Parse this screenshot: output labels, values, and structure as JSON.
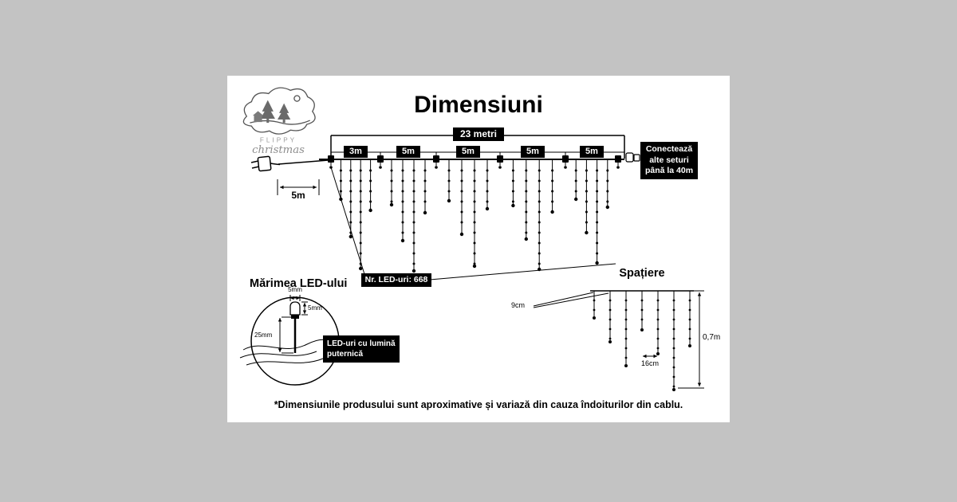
{
  "page": {
    "title": "Dimensiuni",
    "footnote": "*Dimensiunile produsului sunt aproximative și variază din cauza îndoiturilor din cablu."
  },
  "brand": {
    "name": "FLIPPY",
    "subname": "christmas"
  },
  "diagram": {
    "total_length_label": "23 metri",
    "lead_length_label": "5m",
    "sections": [
      {
        "label": "3m"
      },
      {
        "label": "5m"
      },
      {
        "label": "5m"
      },
      {
        "label": "5m"
      },
      {
        "label": "5m"
      }
    ],
    "connect_note": "Conectează alte seturi până la 40m",
    "led_count_label": "Nr. LED-uri: 668"
  },
  "led_size": {
    "heading": "Mărimea LED-ului",
    "bulb_width": "5mm",
    "bulb_height": "5mm",
    "total_height": "25mm",
    "note": "LED-uri cu lumină puternică"
  },
  "spacing": {
    "heading": "Spațiere",
    "drop_gap": "9cm",
    "horizontal_gap": "16cm",
    "drop_length": "0,7m"
  }
}
